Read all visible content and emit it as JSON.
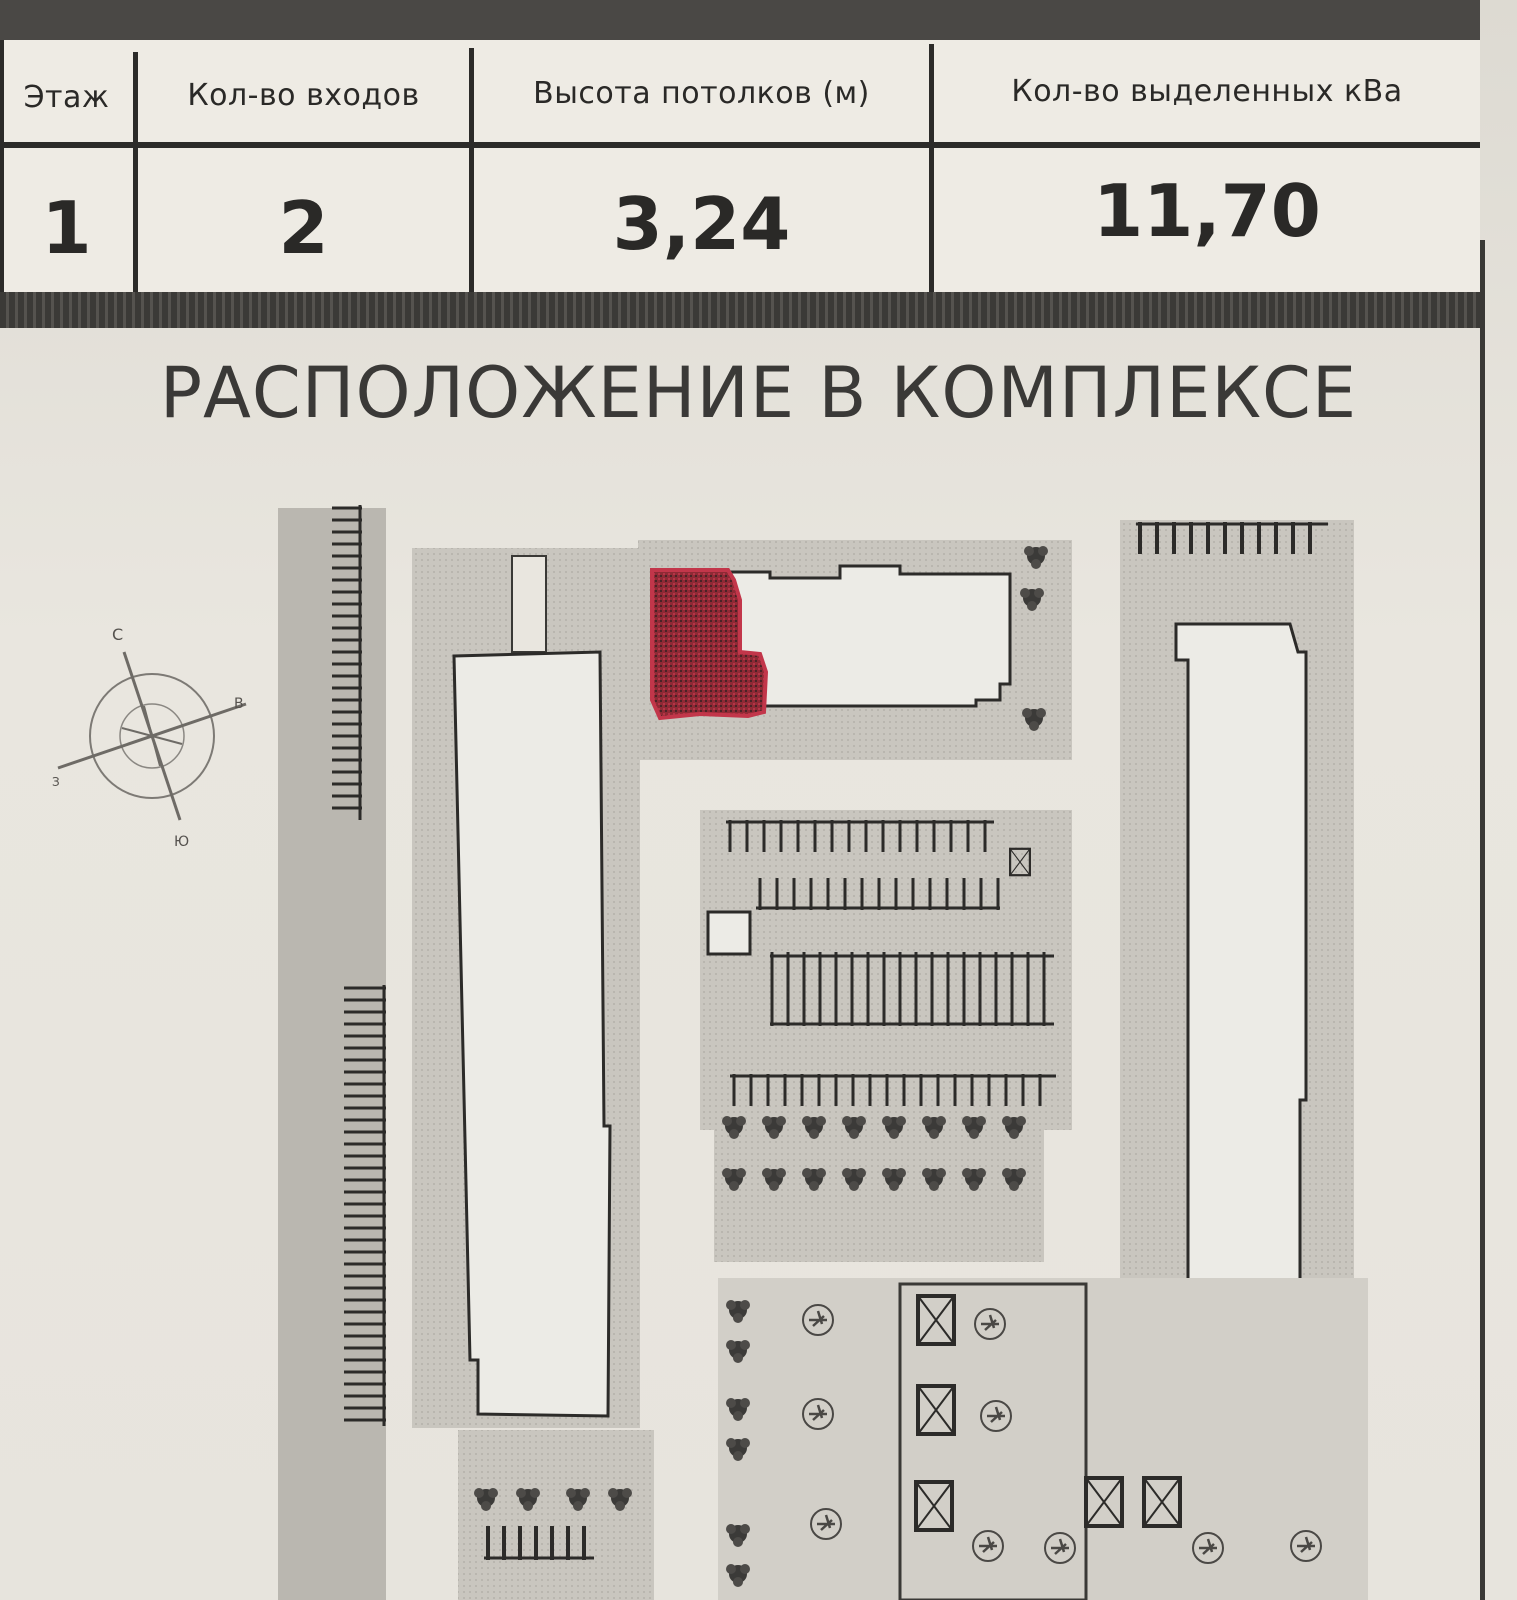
{
  "table": {
    "headers": {
      "floor": "Этаж",
      "entrances": "Кол-во входов",
      "ceiling_height": "Высота потолков (м)",
      "allocated_kva": "Кол-во выделенных кВа"
    },
    "values": {
      "floor": "1",
      "entrances": "2",
      "ceiling_height": "3,24",
      "allocated_kva": "11,70"
    }
  },
  "section": {
    "title": "РАСПОЛОЖЕНИЕ В КОМПЛЕКСЕ"
  },
  "compass": {
    "north": "С",
    "east": "В",
    "south": "Ю",
    "west": "З"
  },
  "map": {
    "highlight_color": "#c2364a",
    "highlight_meaning": "selected-unit"
  }
}
